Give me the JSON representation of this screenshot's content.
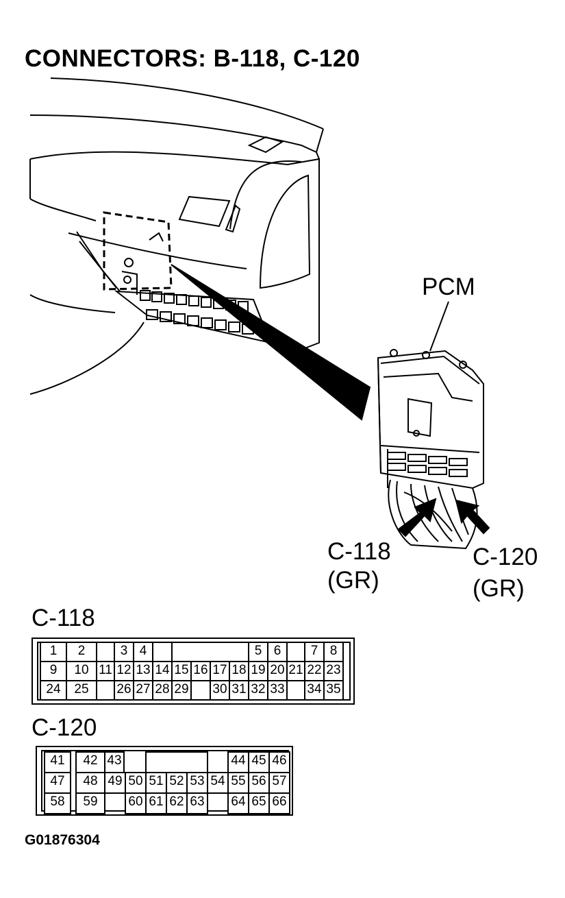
{
  "title": "CONNECTORS: B-118, C-120",
  "labels": {
    "pcm": "PCM",
    "c118_connector": "C-118",
    "c118_color": "(GR)",
    "c120_connector": "C-120",
    "c120_color": "(GR)"
  },
  "c118": {
    "name": "C-118",
    "rows": [
      [
        "1",
        "2",
        "",
        "3",
        "4",
        "",
        "",
        "",
        "",
        "",
        "5",
        "6",
        "",
        "7",
        "8"
      ],
      [
        "9",
        "10",
        "11",
        "12",
        "13",
        "14",
        "15",
        "16",
        "17",
        "18",
        "19",
        "20",
        "21",
        "22",
        "23"
      ],
      [
        "24",
        "25",
        "",
        "26",
        "27",
        "28",
        "29",
        "",
        "30",
        "31",
        "32",
        "33",
        "",
        "34",
        "35"
      ]
    ]
  },
  "c120": {
    "name": "C-120",
    "rows": [
      [
        "41",
        "42",
        "43",
        "",
        "",
        "",
        "",
        "",
        "",
        "44",
        "45",
        "46"
      ],
      [
        "47",
        "48",
        "49",
        "50",
        "51",
        "52",
        "53",
        "54",
        "55",
        "56",
        "57"
      ],
      [
        "58",
        "59",
        "",
        "60",
        "61",
        "62",
        "63",
        "",
        "64",
        "65",
        "66"
      ]
    ]
  },
  "figure_code": "G01876304"
}
